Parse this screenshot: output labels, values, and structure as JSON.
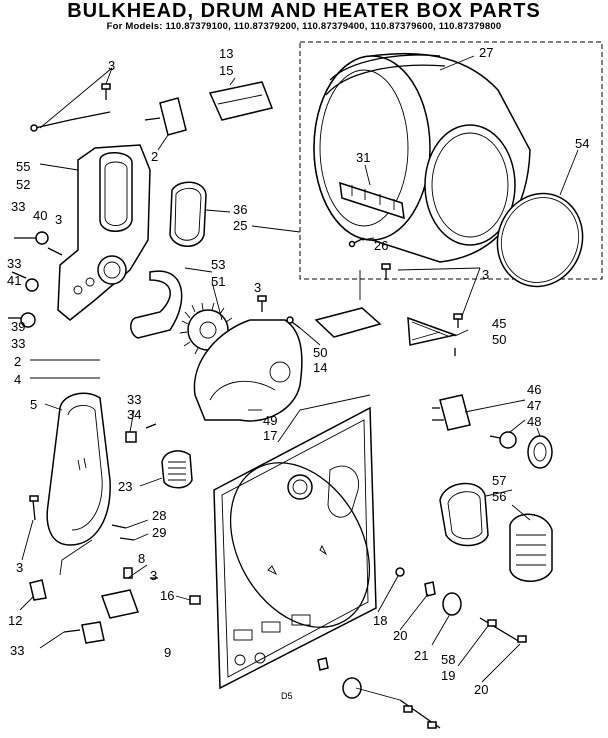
{
  "title": "BULKHEAD, DRUM AND HEATER BOX PARTS",
  "models_line": "For Models: 110.87379100, 110.87379200, 110.87379400, 110.87379600, 110.87379800",
  "footer_code": "D5",
  "callouts": {
    "c3a": "3",
    "c13": "13",
    "c15": "15",
    "c2a": "2",
    "c27": "27",
    "c54": "54",
    "c55": "55",
    "c52": "52",
    "c31": "31",
    "c33a": "33",
    "c40": "40",
    "c3b": "3",
    "c36": "36",
    "c25": "25",
    "c26": "26",
    "c33b": "33",
    "c41": "41",
    "c39": "39",
    "c33c": "33",
    "c53": "53",
    "c51": "51",
    "c3c": "3",
    "c3d": "3",
    "c45": "45",
    "c50a": "50",
    "c50b": "50",
    "c14": "14",
    "c2b": "2",
    "c4": "4",
    "c5": "5",
    "c33d": "33",
    "c34": "34",
    "c49": "49",
    "c17": "17",
    "c46": "46",
    "c47": "47",
    "c48": "48",
    "c23": "23",
    "c57": "57",
    "c56": "56",
    "c28": "28",
    "c29": "29",
    "c3e": "3",
    "c8": "8",
    "c3f": "3",
    "c16": "16",
    "c12": "12",
    "c18": "18",
    "c20a": "20",
    "c21": "21",
    "c58": "58",
    "c19": "19",
    "c20b": "20",
    "c33e": "33",
    "c9": "9"
  }
}
